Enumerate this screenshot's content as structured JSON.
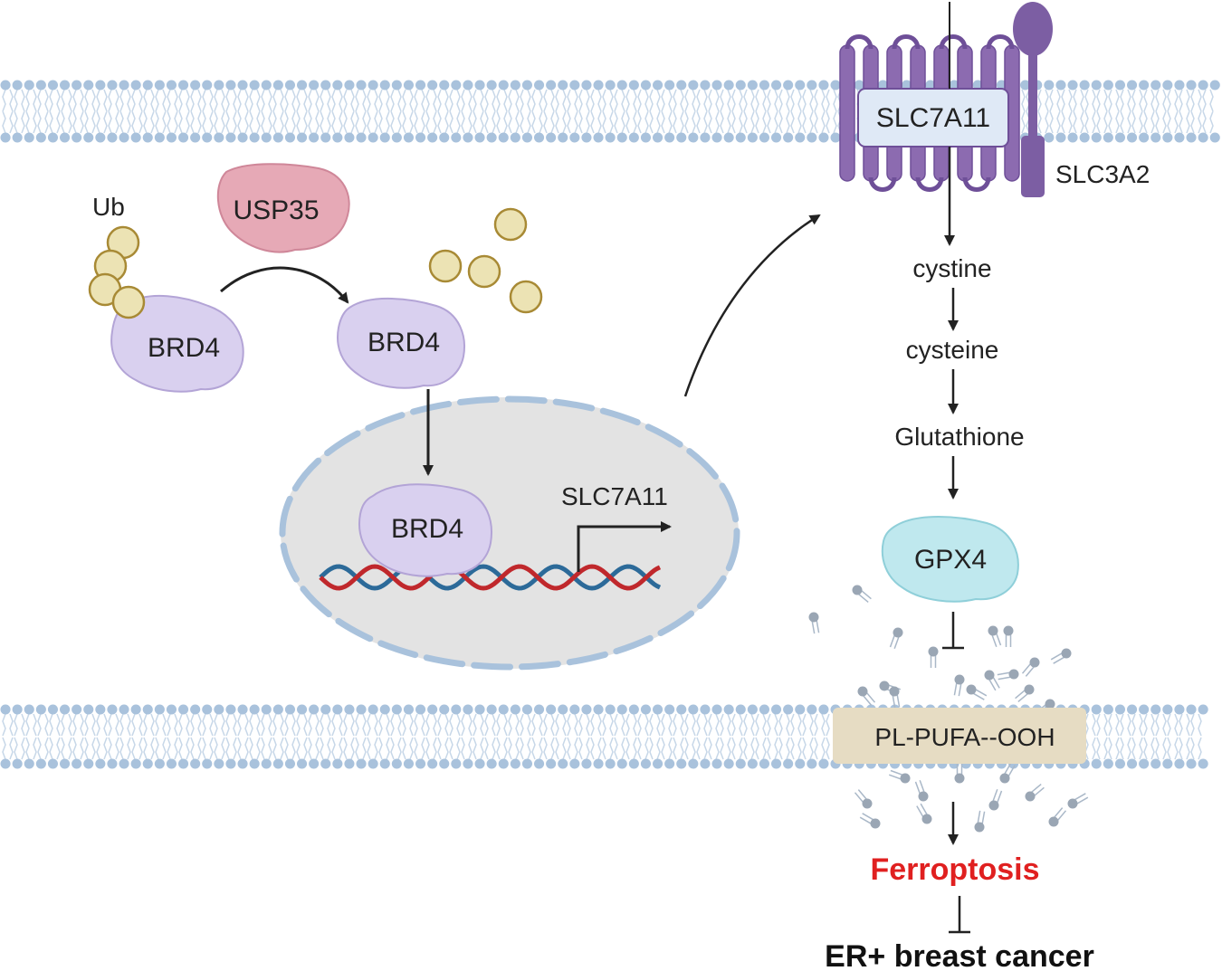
{
  "labels": {
    "ub": "Ub",
    "usp35": "USP35",
    "brd4_ub": "BRD4",
    "brd4_free": "BRD4",
    "brd4_nucleus": "BRD4",
    "slc7a11_gene": "SLC7A11",
    "slc7a11_transporter": "SLC7A11",
    "slc3a2": "SLC3A2",
    "cystine": "cystine",
    "cysteine": "cysteine",
    "glutathione": "Glutathione",
    "gpx4": "GPX4",
    "pl_pufa_ooh": "PL-PUFA--OOH",
    "ferroptosis": "Ferroptosis",
    "er_breast_cancer": "ER+ breast cancer"
  },
  "colors": {
    "membrane_head": "#a9c2dc",
    "membrane_tail": "#c7d7e8",
    "protein_brd4": "#d9d0ef",
    "protein_usp35": "#e6a9b6",
    "ubiquitin": "#ece3b4",
    "ubiquitin_stroke": "#a88a35",
    "nucleus_fill": "#e3e3e3",
    "nucleus_border": "#a9c2dc",
    "dna_red": "#c0282c",
    "dna_blue": "#2c6a99",
    "transporter": "#8c6bb0",
    "transporter_box": "#dfe9f6",
    "gpx4": "#bfe8ee",
    "pl_pufa_box": "#e6dcc3",
    "lipid": "#9aa6b4",
    "ferroptosis_text": "#e02020"
  }
}
